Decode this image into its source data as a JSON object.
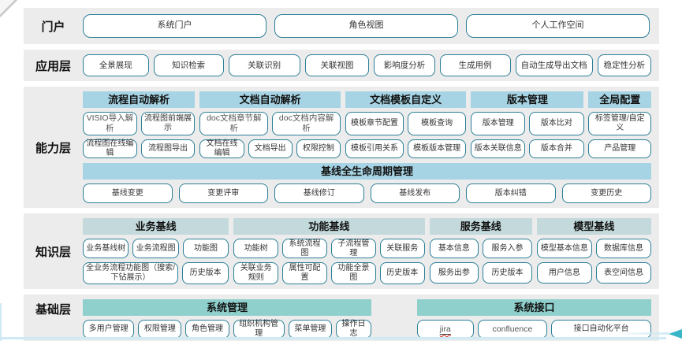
{
  "diagram": {
    "layers": [
      {
        "id": "portal",
        "label": "门户",
        "items": [
          "系统门户",
          "角色视图",
          "个人工作空间"
        ]
      },
      {
        "id": "application",
        "label": "应用层",
        "items": [
          "全景展现",
          "知识检索",
          "关联识别",
          "关联视图",
          "影响度分析",
          "生成用例",
          "自动生成导出文档",
          "稳定性分析"
        ]
      },
      {
        "id": "capability",
        "label": "能力层",
        "groups": [
          {
            "title": "流程自动解析",
            "rows": [
              [
                "VISIO导入解析",
                "流程图前端展示"
              ],
              [
                "流程图在线编辑",
                "流程图导出"
              ]
            ]
          },
          {
            "title": "文档自动解析",
            "rows": [
              [
                "doc文档章节解析",
                "doc文档内容解析"
              ],
              [
                "文档在线编辑",
                "文档导出",
                "权限控制"
              ]
            ]
          },
          {
            "title": "文档模板自定义",
            "rows": [
              [
                "模板章节配置",
                "模板查询"
              ],
              [
                "模板引用关系",
                "模板版本管理"
              ]
            ]
          },
          {
            "title": "版本管理",
            "rows": [
              [
                "版本管理",
                "版本比对"
              ],
              [
                "版本关联信息",
                "版本合并"
              ]
            ]
          },
          {
            "title": "全局配置",
            "rows": [
              [
                "标签管理/自定义"
              ],
              [
                "产品管理"
              ]
            ]
          }
        ],
        "baseline": {
          "title": "基线全生命周期管理",
          "items": [
            "基线变更",
            "变更评审",
            "基线修订",
            "基线发布",
            "版本纠错",
            "变更历史"
          ]
        }
      },
      {
        "id": "knowledge",
        "label": "知识层",
        "groups": [
          {
            "title": "业务基线",
            "rows": [
              [
                "业务基线树",
                "业务流程图",
                "功能图"
              ],
              [
                "全业务流程功能图（搜索/下钻展示）",
                "历史版本"
              ]
            ]
          },
          {
            "title": "功能基线",
            "rows": [
              [
                "功能树",
                "系统流程图",
                "子流程管理",
                "关联服务"
              ],
              [
                "关联业务规则",
                "属性可配置",
                "功能全景图",
                "历史版本"
              ]
            ]
          },
          {
            "title": "服务基线",
            "rows": [
              [
                "基本信息",
                "服务入参"
              ],
              [
                "服务出参",
                "历史版本"
              ]
            ]
          },
          {
            "title": "模型基线",
            "rows": [
              [
                "模型基本信息",
                "数据库信息"
              ],
              [
                "用户信息",
                "表空间信息"
              ]
            ]
          }
        ]
      },
      {
        "id": "foundation",
        "label": "基础层",
        "groups": [
          {
            "title": "系统管理",
            "rows": [
              [
                "多用户管理",
                "权限管理",
                "角色管理",
                "组织机构管理",
                "菜单管理",
                "操作日志"
              ]
            ]
          },
          {
            "title": "系统接口",
            "rows": [
              [
                {
                  "label": "jira",
                  "misspelled_link": true
                },
                "confluence",
                "接口自动化平台"
              ]
            ]
          }
        ]
      }
    ],
    "colors": {
      "layer_band_bg": "#ececec",
      "capability_header_bg": "#a7d4e4",
      "knowledge_header_bg": "#c3d9db",
      "foundation_header_bg": "#8fd0cc",
      "button_border": "#2b7f98",
      "bottom_line": "#cfeaf4",
      "arrow": "#3ab6c8"
    }
  }
}
